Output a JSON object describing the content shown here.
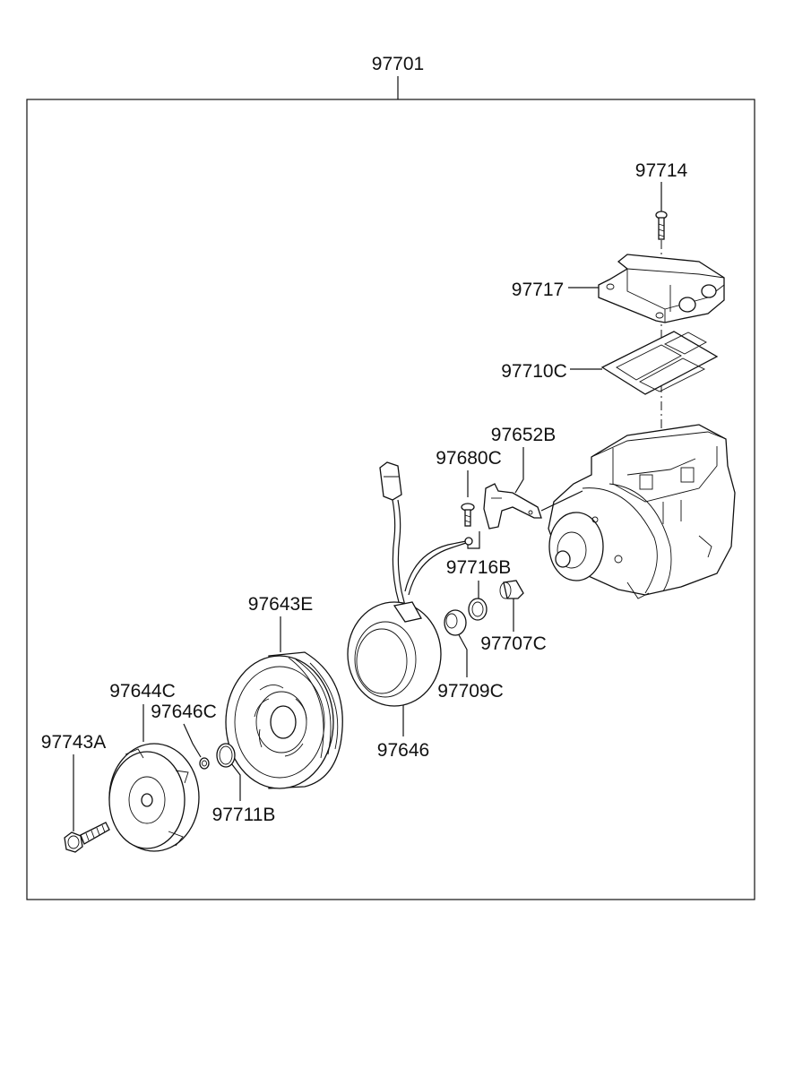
{
  "diagram": {
    "assembly_label": "97701",
    "parts": {
      "p97714": "97714",
      "p97717": "97717",
      "p97710C": "97710C",
      "p97652B": "97652B",
      "p97680C": "97680C",
      "p97716B": "97716B",
      "p97643E": "97643E",
      "p97707C": "97707C",
      "p97644C": "97644C",
      "p97709C": "97709C",
      "p97646C": "97646C",
      "p97743A": "97743A",
      "p97646": "97646",
      "p97711B": "97711B"
    }
  }
}
